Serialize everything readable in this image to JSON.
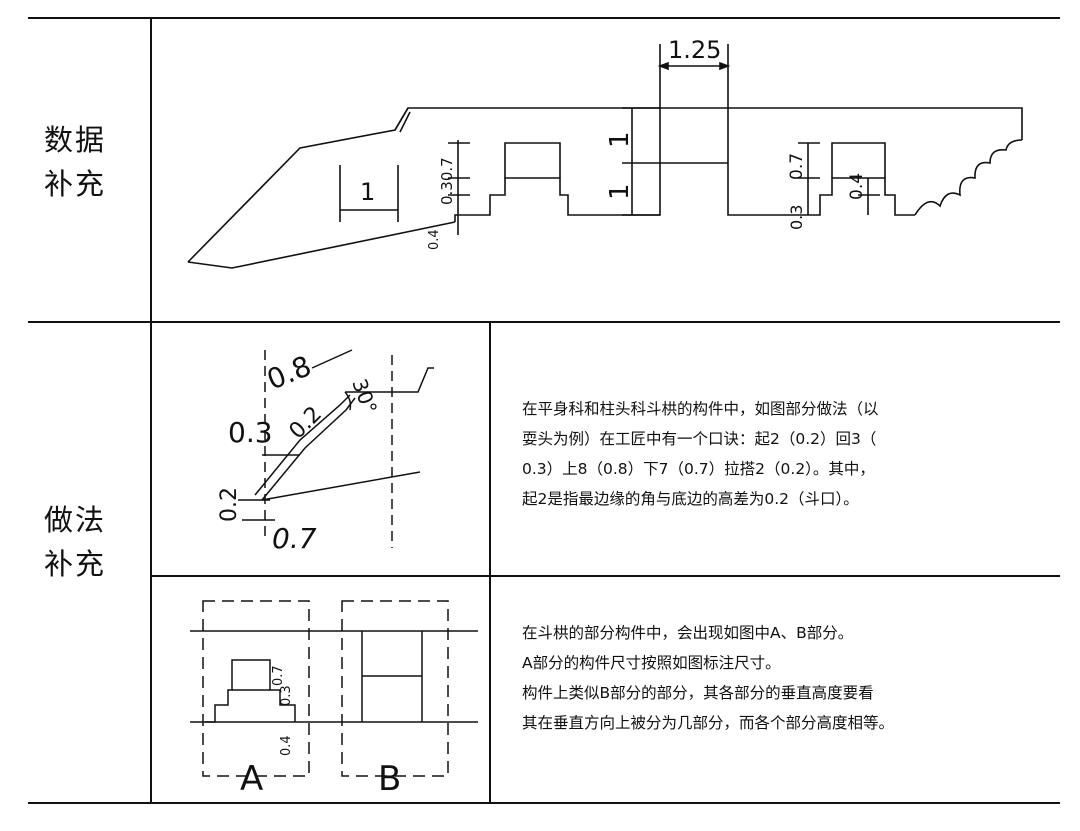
{
  "rows": {
    "data_supplement": {
      "line1": "数据",
      "line2": "补充"
    },
    "method_supplement": {
      "line1": "做法",
      "line2": "补充"
    }
  },
  "fig_top": {
    "dim_width": "1.25",
    "dim_height_1": "1",
    "dim_height_2": "1",
    "dim_left": "1",
    "dim_stack_left": "0.30.7",
    "dim_bottom_left": "0.4",
    "dim_right_07": "0.7",
    "dim_right_04": "0.4",
    "dim_right_03": "0.3"
  },
  "fig_mid": {
    "dim_08": "0.8",
    "dim_30deg": "30°",
    "dim_03": "0.3",
    "dim_02_diag": "0.2",
    "dim_02": "0.2",
    "dim_07": "0.7"
  },
  "fig_bot": {
    "label_a": "A",
    "label_b": "B",
    "dim_07": "0.7",
    "dim_03": "0.3",
    "dim_04": "0.4"
  },
  "text_mid": [
    "在平身科和柱头科斗栱的构件中，如图部分做法（以",
    "耍头为例）在工匠中有一个口诀：起2（0.2）回3（",
    "0.3）上8（0.8）下7（0.7）拉搭2（0.2）。其中，",
    "起2是指最边缘的角与底边的高差为0.2（斗口）。"
  ],
  "text_bot": [
    "在斗栱的部分构件中，会出现如图中A、B部分。",
    "A部分的构件尺寸按照如图标注尺寸。",
    "构件上类似B部分的部分，其各部分的垂直高度要看",
    "其在垂直方向上被分为几部分，而各个部分高度相等。"
  ]
}
